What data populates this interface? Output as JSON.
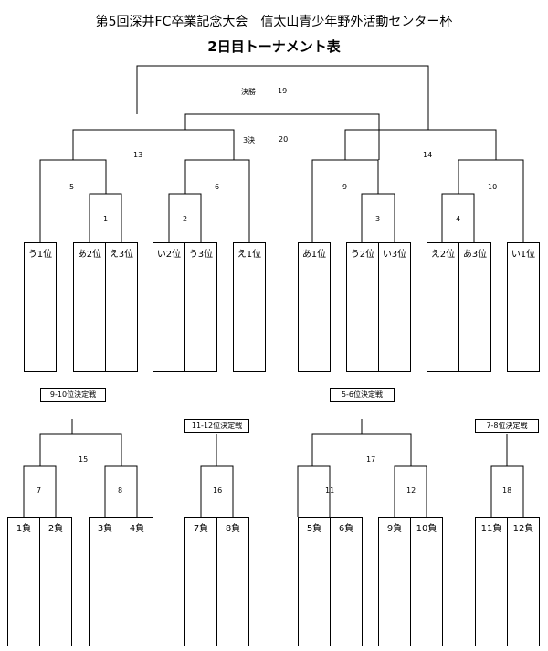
{
  "header": {
    "title": "第5回深井FC卒業記念大会　信太山青少年野外活動センター杯",
    "subtitle": "2日目トーナメント表"
  },
  "main_bracket": {
    "final": {
      "label": "決勝",
      "num": "19"
    },
    "third": {
      "label": "3決",
      "num": "20"
    },
    "semis": [
      "13",
      "14"
    ],
    "quarters": [
      "5",
      "6",
      "9",
      "10"
    ],
    "round1": [
      "1",
      "2",
      "3",
      "4"
    ],
    "slots": [
      "う1位",
      "あ2位",
      "え3位",
      "い2位",
      "う3位",
      "え1位",
      "あ1位",
      "う2位",
      "い3位",
      "え2位",
      "あ3位",
      "い1位"
    ]
  },
  "placement": {
    "labels": {
      "p9_10": "9-10位決定戦",
      "p11_12": "11-12位決定戦",
      "p5_6": "5-6位決定戦",
      "p7_8": "7-8位決定戦"
    },
    "matches": [
      "15",
      "17",
      "7",
      "8",
      "16",
      "11",
      "12",
      "18"
    ],
    "slots": [
      "1負",
      "2負",
      "3負",
      "4負",
      "7負",
      "8負",
      "5負",
      "6負",
      "9負",
      "10負",
      "11負",
      "12負"
    ]
  }
}
